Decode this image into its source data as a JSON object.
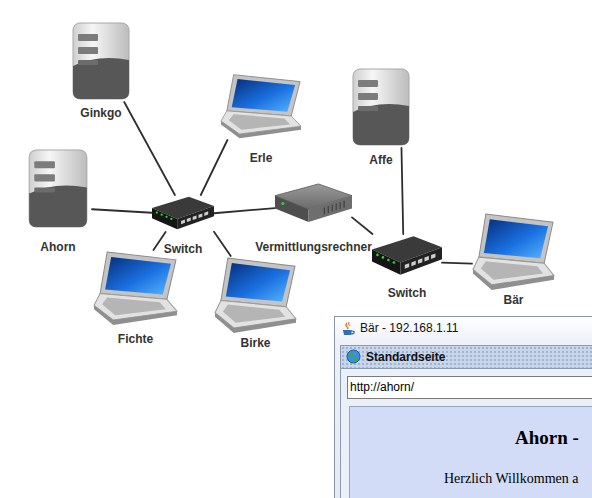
{
  "diagram": {
    "nodes": [
      {
        "text": [
          "Ginkgo"
        ]
      },
      {
        "text": [
          "Erle"
        ]
      },
      {
        "text": [
          "Ahorn"
        ]
      },
      {
        "text": [
          "Switch"
        ]
      },
      {
        "text": [
          "Fichte"
        ]
      },
      {
        "text": [
          "Birke"
        ]
      },
      {
        "text": [
          "Vermittlungsrechner"
        ]
      },
      {
        "text": [
          "Affe"
        ]
      },
      {
        "text": [
          "Switch"
        ]
      },
      {
        "text": [
          "Bär"
        ]
      },
      {
        "text": [
          "Bär - 192.168.1.11"
        ]
      },
      {
        "text": [
          "Standardseite"
        ],
        "in": 10
      },
      {
        "text": [
          "http://ahorn/"
        ],
        "in": 11
      },
      {
        "text": [
          "Ahorn -",
          "Herzlich Willkommen a"
        ],
        "in": 11
      }
    ],
    "edges": [
      {
        "from": 0,
        "to": 3,
        "arrow": "none"
      },
      {
        "from": 1,
        "to": 3,
        "arrow": "none"
      },
      {
        "from": 2,
        "to": 3,
        "arrow": "none"
      },
      {
        "from": 3,
        "to": 4,
        "arrow": "none"
      },
      {
        "from": 3,
        "to": 5,
        "arrow": "none"
      },
      {
        "from": 3,
        "to": 6,
        "arrow": "none"
      },
      {
        "from": 6,
        "to": 8,
        "arrow": "none"
      },
      {
        "from": 7,
        "to": 8,
        "arrow": "none"
      },
      {
        "from": 8,
        "to": 9,
        "arrow": "none"
      }
    ]
  }
}
